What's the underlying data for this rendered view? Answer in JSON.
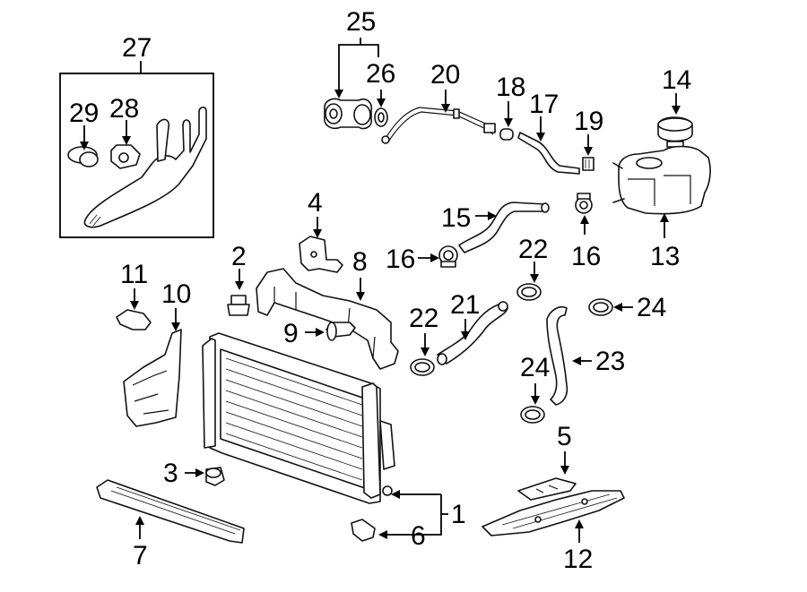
{
  "callouts": {
    "c1": "1",
    "c2": "2",
    "c3": "3",
    "c4": "4",
    "c5": "5",
    "c6": "6",
    "c7": "7",
    "c8": "8",
    "c9": "9",
    "c10": "10",
    "c11": "11",
    "c12": "12",
    "c13": "13",
    "c14": "14",
    "c15": "15",
    "c16a": "16",
    "c16b": "16",
    "c17": "17",
    "c18": "18",
    "c19": "19",
    "c20": "20",
    "c21": "21",
    "c22a": "22",
    "c22b": "22",
    "c23": "23",
    "c24a": "24",
    "c24b": "24",
    "c25": "25",
    "c26": "26",
    "c27": "27",
    "c28": "28",
    "c29": "29"
  }
}
